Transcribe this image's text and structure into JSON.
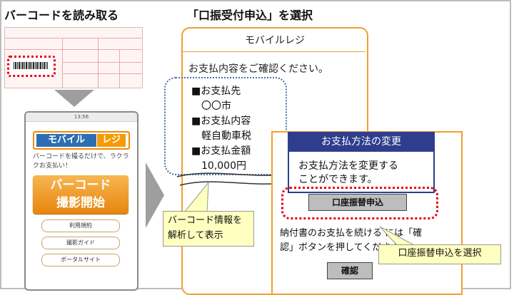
{
  "step1": {
    "heading": "バーコードを読み取る"
  },
  "step2": {
    "heading": "「口振受付申込」を選択"
  },
  "phone": {
    "status_time": "13:56",
    "logo_part1": "モバイル",
    "logo_part2": "レジ",
    "description": "バーコードを撮るだけで、ラクラクお支払い！",
    "scan_button_line1": "バーコード",
    "scan_button_line2": "撮影開始",
    "links": [
      "利用規約",
      "撮影ガイド",
      "ポータルサイト"
    ]
  },
  "screen": {
    "title": "モバイルレジ",
    "confirm_text": "お支払内容をご確認ください。",
    "payee_label": "■お支払先",
    "payee_value": "　〇〇市",
    "content_label": "■お支払内容",
    "content_value": "　軽自動車税",
    "amount_label": "■お支払金額",
    "amount_value": "　10,000円"
  },
  "dialog": {
    "title": "お支払方法の変更",
    "body_line1": "お支払方法を変更する",
    "body_line2": "ことができます。",
    "button": "口座振替申込",
    "note_line1": "納付書のお支払を続ける には「確",
    "note_line2": "認」ボタンを押してくださ い",
    "confirm_button": "確認"
  },
  "callouts": {
    "barcode_line1": "バーコード情報を",
    "barcode_line2": "解析して表示",
    "select": "口座振替申込を選択"
  },
  "colors": {
    "accent": "#f0a030",
    "navy": "#2e3e8c",
    "callout": "#ffffc0",
    "highlight": "#e60012"
  }
}
